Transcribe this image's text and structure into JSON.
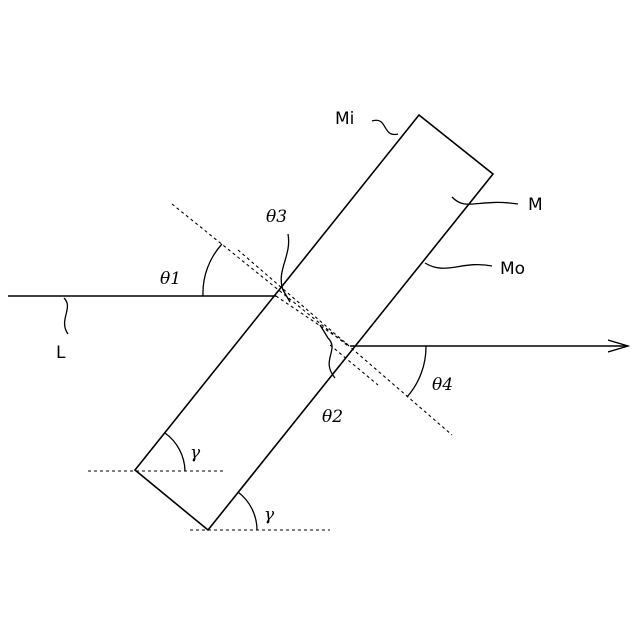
{
  "labels": {
    "mirror": "M",
    "incident_face": "Mi",
    "exit_face": "Mo",
    "light": "L",
    "theta1": "θ1",
    "theta2": "θ2",
    "theta3": "θ3",
    "theta4": "θ4",
    "gamma_top": "γ",
    "gamma_bottom": "γ"
  }
}
